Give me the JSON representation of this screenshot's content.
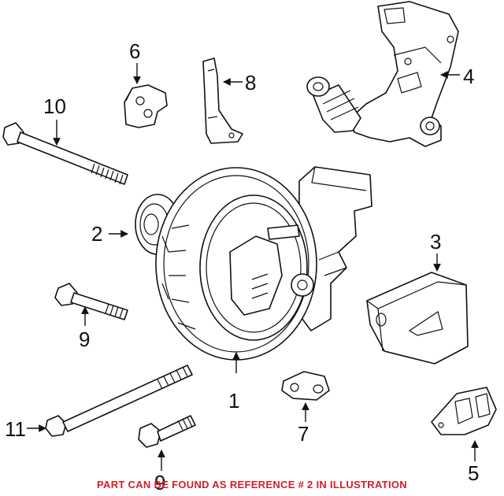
{
  "callouts": {
    "c1": "1",
    "c2": "2",
    "c3": "3",
    "c4": "4",
    "c5": "5",
    "c6": "6",
    "c7": "7",
    "c8": "8",
    "c9a": "9",
    "c9b": "9",
    "c10": "10",
    "c11": "11"
  },
  "footnote": {
    "text": "PART CAN BE FOUND AS REFERENCE # 2 IN ILLUSTRATION",
    "color": "#d0202a"
  },
  "colors": {
    "line": "#111111",
    "background": "#ffffff"
  }
}
